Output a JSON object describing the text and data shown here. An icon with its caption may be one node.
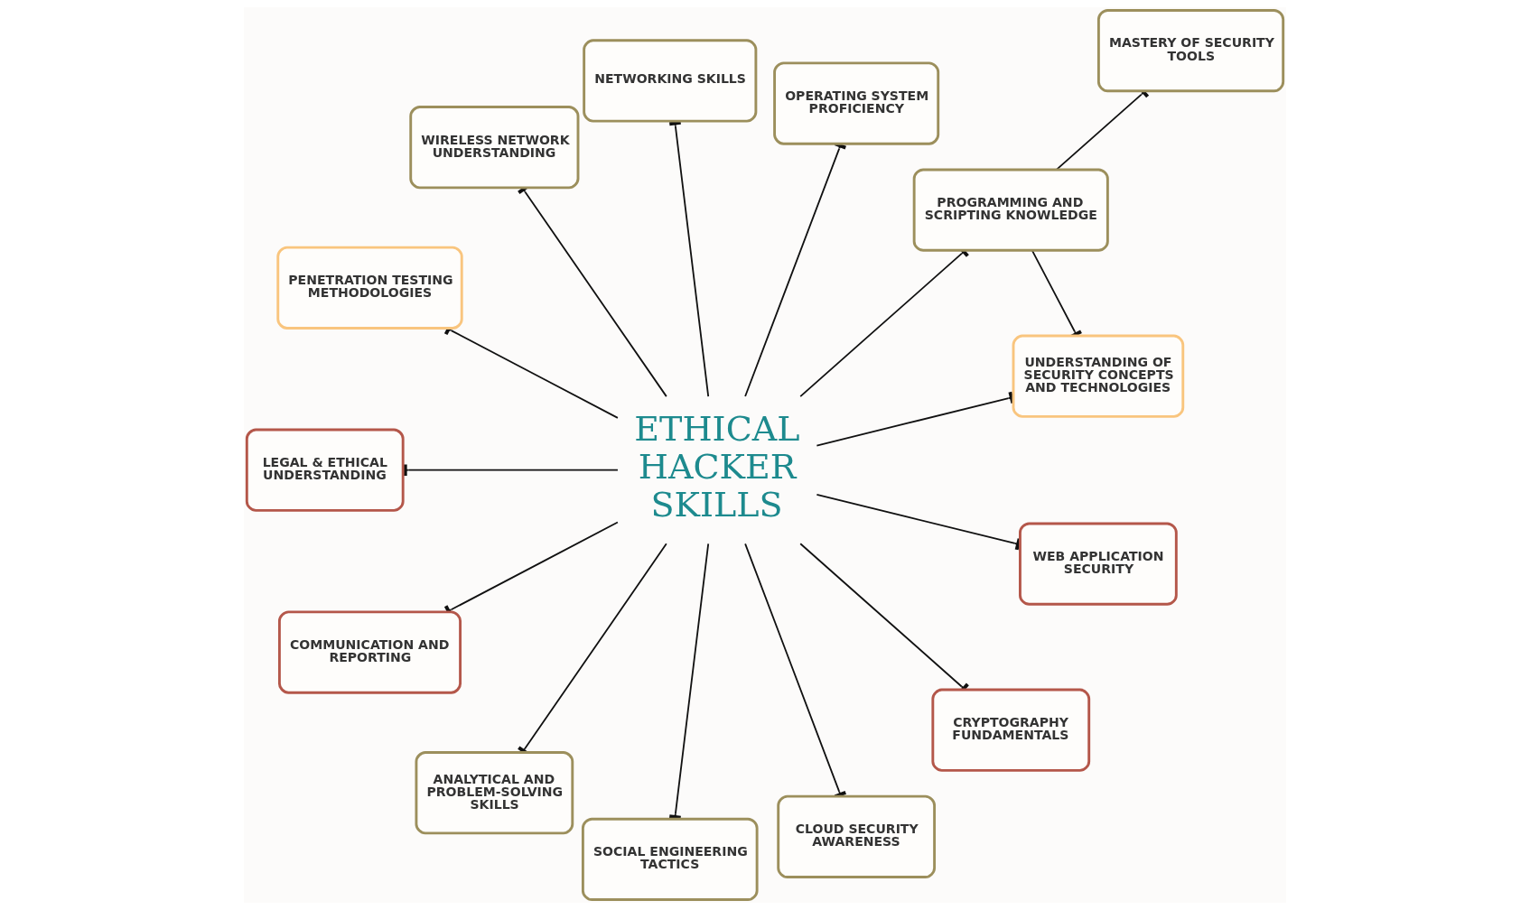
{
  "diagram": {
    "nodes": [
      {
        "text": [
          "NETWORKING SKILLS"
        ]
      },
      {
        "text": [
          "OPERATING SYSTEM PROFICIENCY"
        ]
      },
      {
        "text": [
          "PROGRAMMING AND SCRIPTING KNOWLEDGE"
        ]
      },
      {
        "text": [
          "WIRELESS NETWORK UNDERSTANDING"
        ]
      },
      {
        "text": [
          "MASTERY OF SECURITY TOOLS"
        ]
      },
      {
        "text": [
          "PENETRATION TESTING METHODOLOGIES"
        ]
      },
      {
        "text": [
          "UNDERSTANDING OF SECURITY CONCEPTS AND TECHNOLOGIES"
        ]
      },
      {
        "text": [
          "ETHICAL HACKER SKILLS"
        ]
      },
      {
        "text": [
          "LEGAL & ETHICAL UNDERSTANDING"
        ]
      },
      {
        "text": [
          "WEB APPLICATION SECURITY"
        ]
      },
      {
        "text": [
          "COMMUNICATION AND REPORTING"
        ]
      },
      {
        "text": [
          "CRYPTOGRAPHY FUNDAMENTALS"
        ]
      },
      {
        "text": [
          "ANALYTICAL AND PROBLEM-SOLVING SKILLS"
        ]
      },
      {
        "text": [
          "SOCIAL ENGINEERING TACTICS"
        ]
      },
      {
        "text": [
          "CLOUD SECURITY AWARENESS"
        ]
      }
    ],
    "edges": [
      {
        "from": 7,
        "to": 0,
        "arrow": "other"
      },
      {
        "from": 7,
        "to": 1,
        "arrow": "other"
      },
      {
        "from": 7,
        "to": 2,
        "arrow": "other"
      },
      {
        "from": 7,
        "to": 3,
        "arrow": "other"
      },
      {
        "from": 2,
        "to": 4,
        "arrow": "other"
      },
      {
        "from": 7,
        "to": 5,
        "arrow": "other"
      },
      {
        "from": 7,
        "to": 6,
        "arrow": "other"
      },
      {
        "from": 2,
        "to": 6,
        "arrow": "other"
      },
      {
        "from": 7,
        "to": 8,
        "arrow": "other"
      },
      {
        "from": 7,
        "to": 9,
        "arrow": "other"
      },
      {
        "from": 7,
        "to": 10,
        "arrow": "other"
      },
      {
        "from": 7,
        "to": 11,
        "arrow": "other"
      },
      {
        "from": 7,
        "to": 12,
        "arrow": "other"
      },
      {
        "from": 7,
        "to": 13,
        "arrow": "other"
      },
      {
        "from": 7,
        "to": 14,
        "arrow": "other"
      }
    ]
  }
}
